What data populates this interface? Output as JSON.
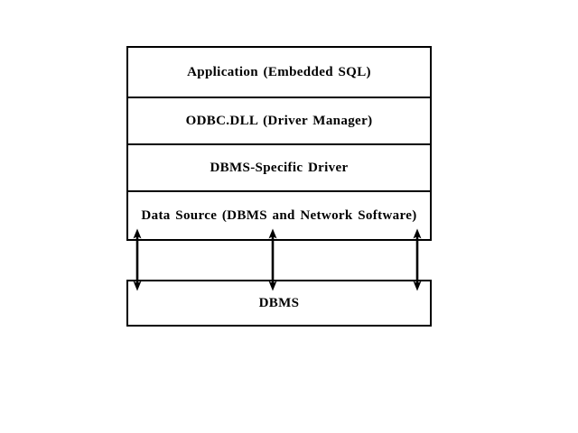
{
  "diagram": {
    "layers": [
      {
        "label": "Application (Embedded SQL)"
      },
      {
        "label": "ODBC.DLL (Driver Manager)"
      },
      {
        "label": "DBMS-Specific Driver"
      },
      {
        "label": "Data Source (DBMS and Network Software)"
      }
    ],
    "bottom_box": {
      "label": "DBMS"
    },
    "connectors": {
      "count": 3,
      "type": "double-headed-vertical-arrow",
      "from": "Data Source (DBMS and Network Software)",
      "to": "DBMS"
    },
    "colors": {
      "line": "#000000",
      "text": "#000000",
      "box_fill": "#ffffff",
      "background": "#ffffff"
    }
  }
}
